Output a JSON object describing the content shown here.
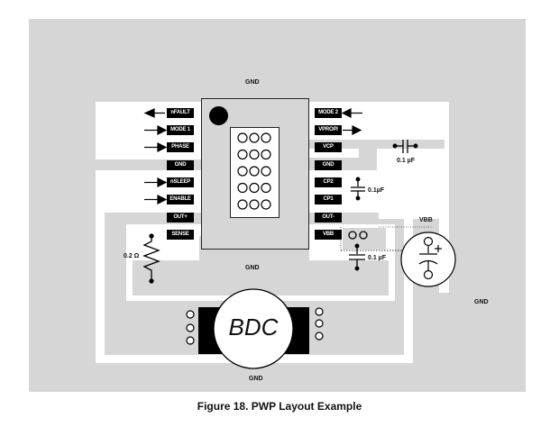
{
  "figure": {
    "caption": "Figure 18.  PWP Layout Example"
  },
  "labels": {
    "gnd_top": "GND",
    "gnd_center": "GND",
    "gnd_bottom": "GND",
    "gnd_right": "GND",
    "vbb": "VBB",
    "motor": "BDC",
    "resistor_value": "0.2 Ω",
    "cap_vcp": "0.1 µF",
    "cap_cp": "0.1µF",
    "cap_vbb": "0.1 µF"
  },
  "left_pins": [
    {
      "name": "nFAULT",
      "arrow": "out"
    },
    {
      "name": "MODE 1",
      "arrow": "in"
    },
    {
      "name": "PHASE",
      "arrow": "in"
    },
    {
      "name": "GND",
      "arrow": "none"
    },
    {
      "name": "nSLEEP",
      "arrow": "in"
    },
    {
      "name": "ENABLE",
      "arrow": "in"
    },
    {
      "name": "OUT+",
      "arrow": "none"
    },
    {
      "name": "SENSE",
      "arrow": "none"
    }
  ],
  "right_pins": [
    {
      "name": "MODE 2",
      "arrow": "in"
    },
    {
      "name": "VPROPI",
      "arrow": "out"
    },
    {
      "name": "VCP",
      "arrow": "none"
    },
    {
      "name": "GND",
      "arrow": "none"
    },
    {
      "name": "CP2",
      "arrow": "none"
    },
    {
      "name": "CP1",
      "arrow": "none"
    },
    {
      "name": "OUT-",
      "arrow": "none"
    },
    {
      "name": "VBB",
      "arrow": "none"
    }
  ],
  "thermal_vias": {
    "rows": 5,
    "cols": 3
  }
}
